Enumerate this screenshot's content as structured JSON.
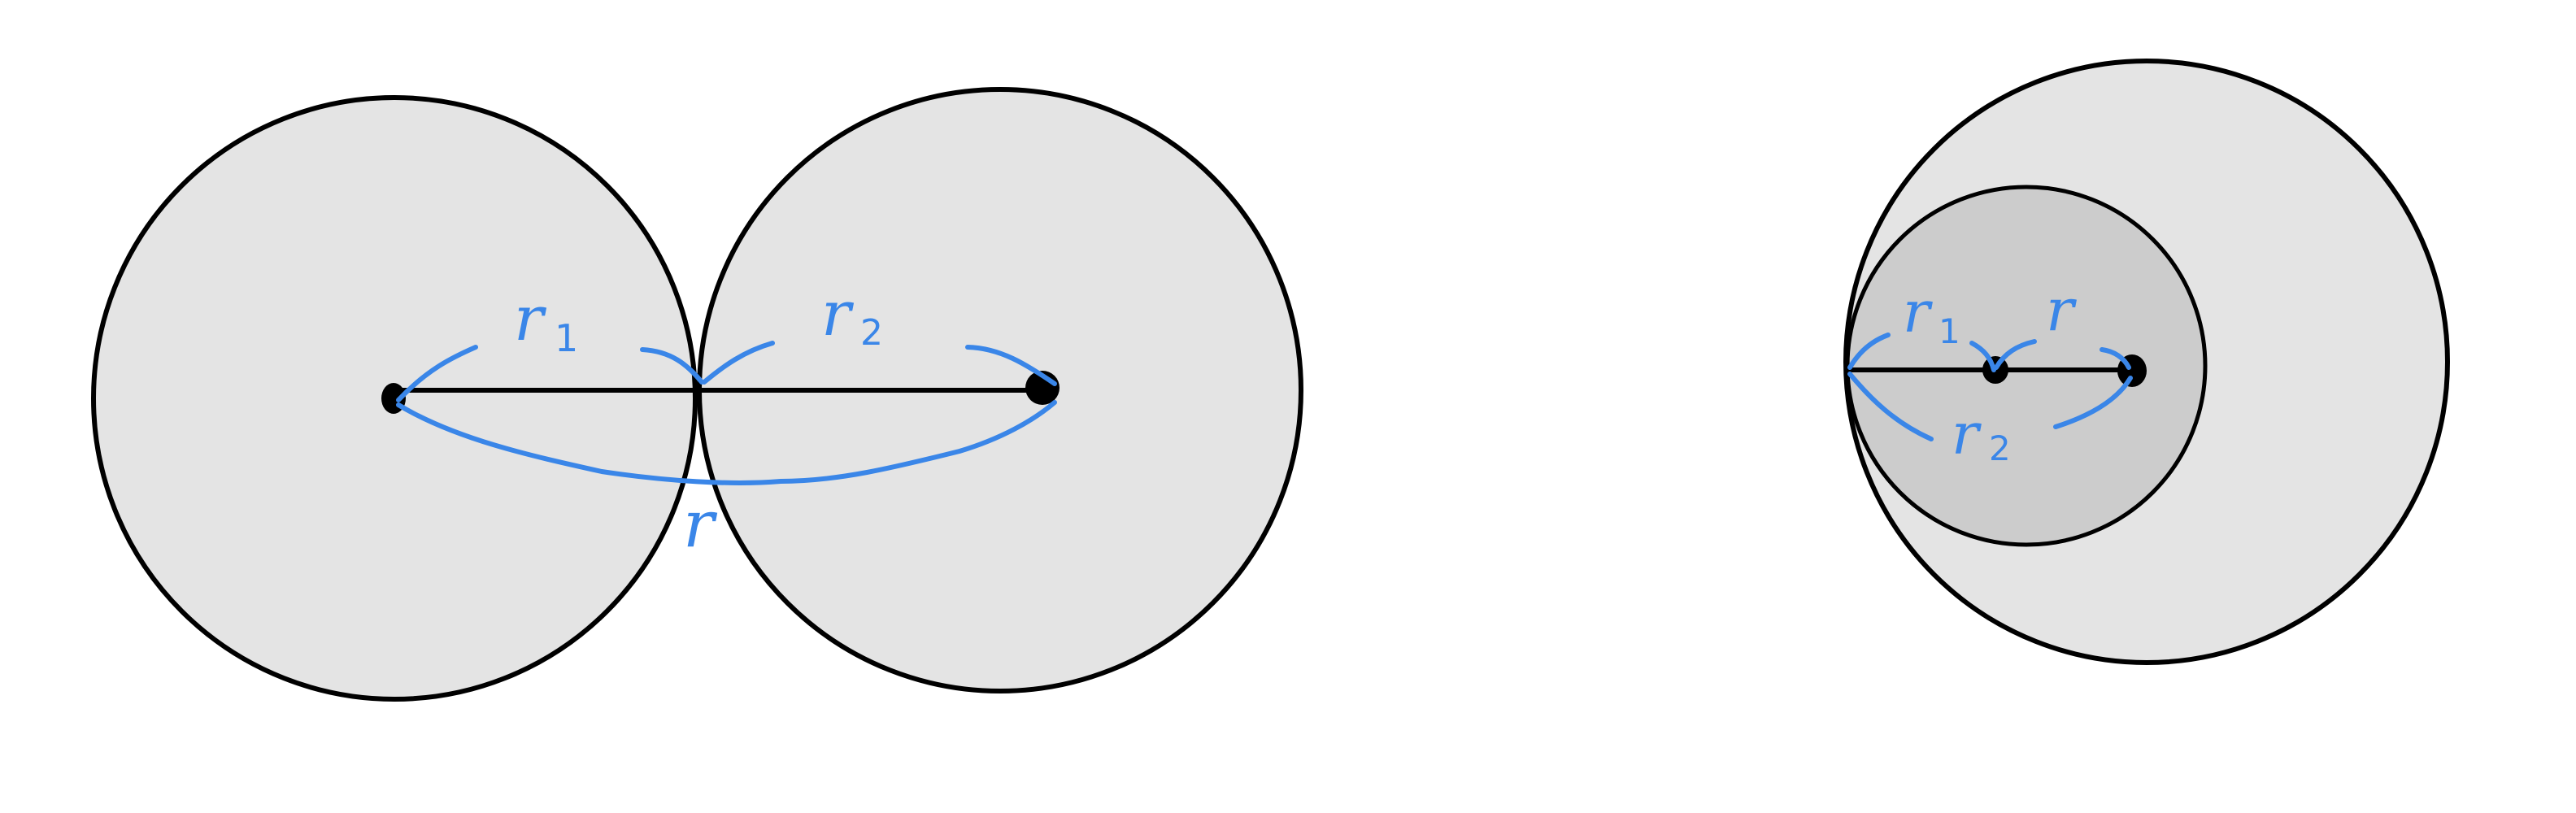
{
  "diagram_left": {
    "label_r1": {
      "main": "r",
      "sub": "1"
    },
    "label_r2": {
      "main": "r",
      "sub": "2"
    },
    "label_r": "r"
  },
  "diagram_right": {
    "label_r1": {
      "main": "r",
      "sub": "1"
    },
    "label_r": "r",
    "label_r2": {
      "main": "r",
      "sub": "2"
    }
  },
  "colors": {
    "ink": "#3a86e8",
    "outline": "#000000",
    "circle_fill": "#e4e4e4",
    "inner_fill": "#cccccc"
  }
}
